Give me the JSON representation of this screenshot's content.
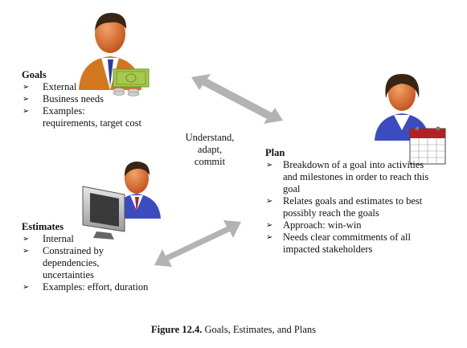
{
  "goals": {
    "title": "Goals",
    "items": [
      "External",
      "Business needs",
      "Examples: requirements, target cost"
    ]
  },
  "estimates": {
    "title": "Estimates",
    "items": [
      "Internal",
      "Constrained by dependencies, uncertainties",
      "Examples: effort, duration"
    ]
  },
  "plan": {
    "title": "Plan",
    "items": [
      "Breakdown of a goal into activities and milestones in order to reach this goal",
      "Relates goals and estimates to best possibly reach the goals",
      "Approach: win-win",
      "Needs clear commitments of all impacted stakeholders"
    ]
  },
  "center_label": [
    "Understand,",
    "adapt,",
    "commit"
  ],
  "caption": {
    "figure": "Figure 12.4.",
    "text": "Goals, Estimates, and Plans"
  },
  "colors": {
    "arrow": "#b3b3b3",
    "skin": "#d86b2e",
    "hair": "#3a2414",
    "money": "#a8c94e",
    "calendar": "#b22222",
    "shirt_blue": "#3a4cc0"
  },
  "icons": [
    "businessman-money-icon",
    "woman-calendar-icon",
    "man-computer-icon",
    "double-arrow-icon"
  ]
}
